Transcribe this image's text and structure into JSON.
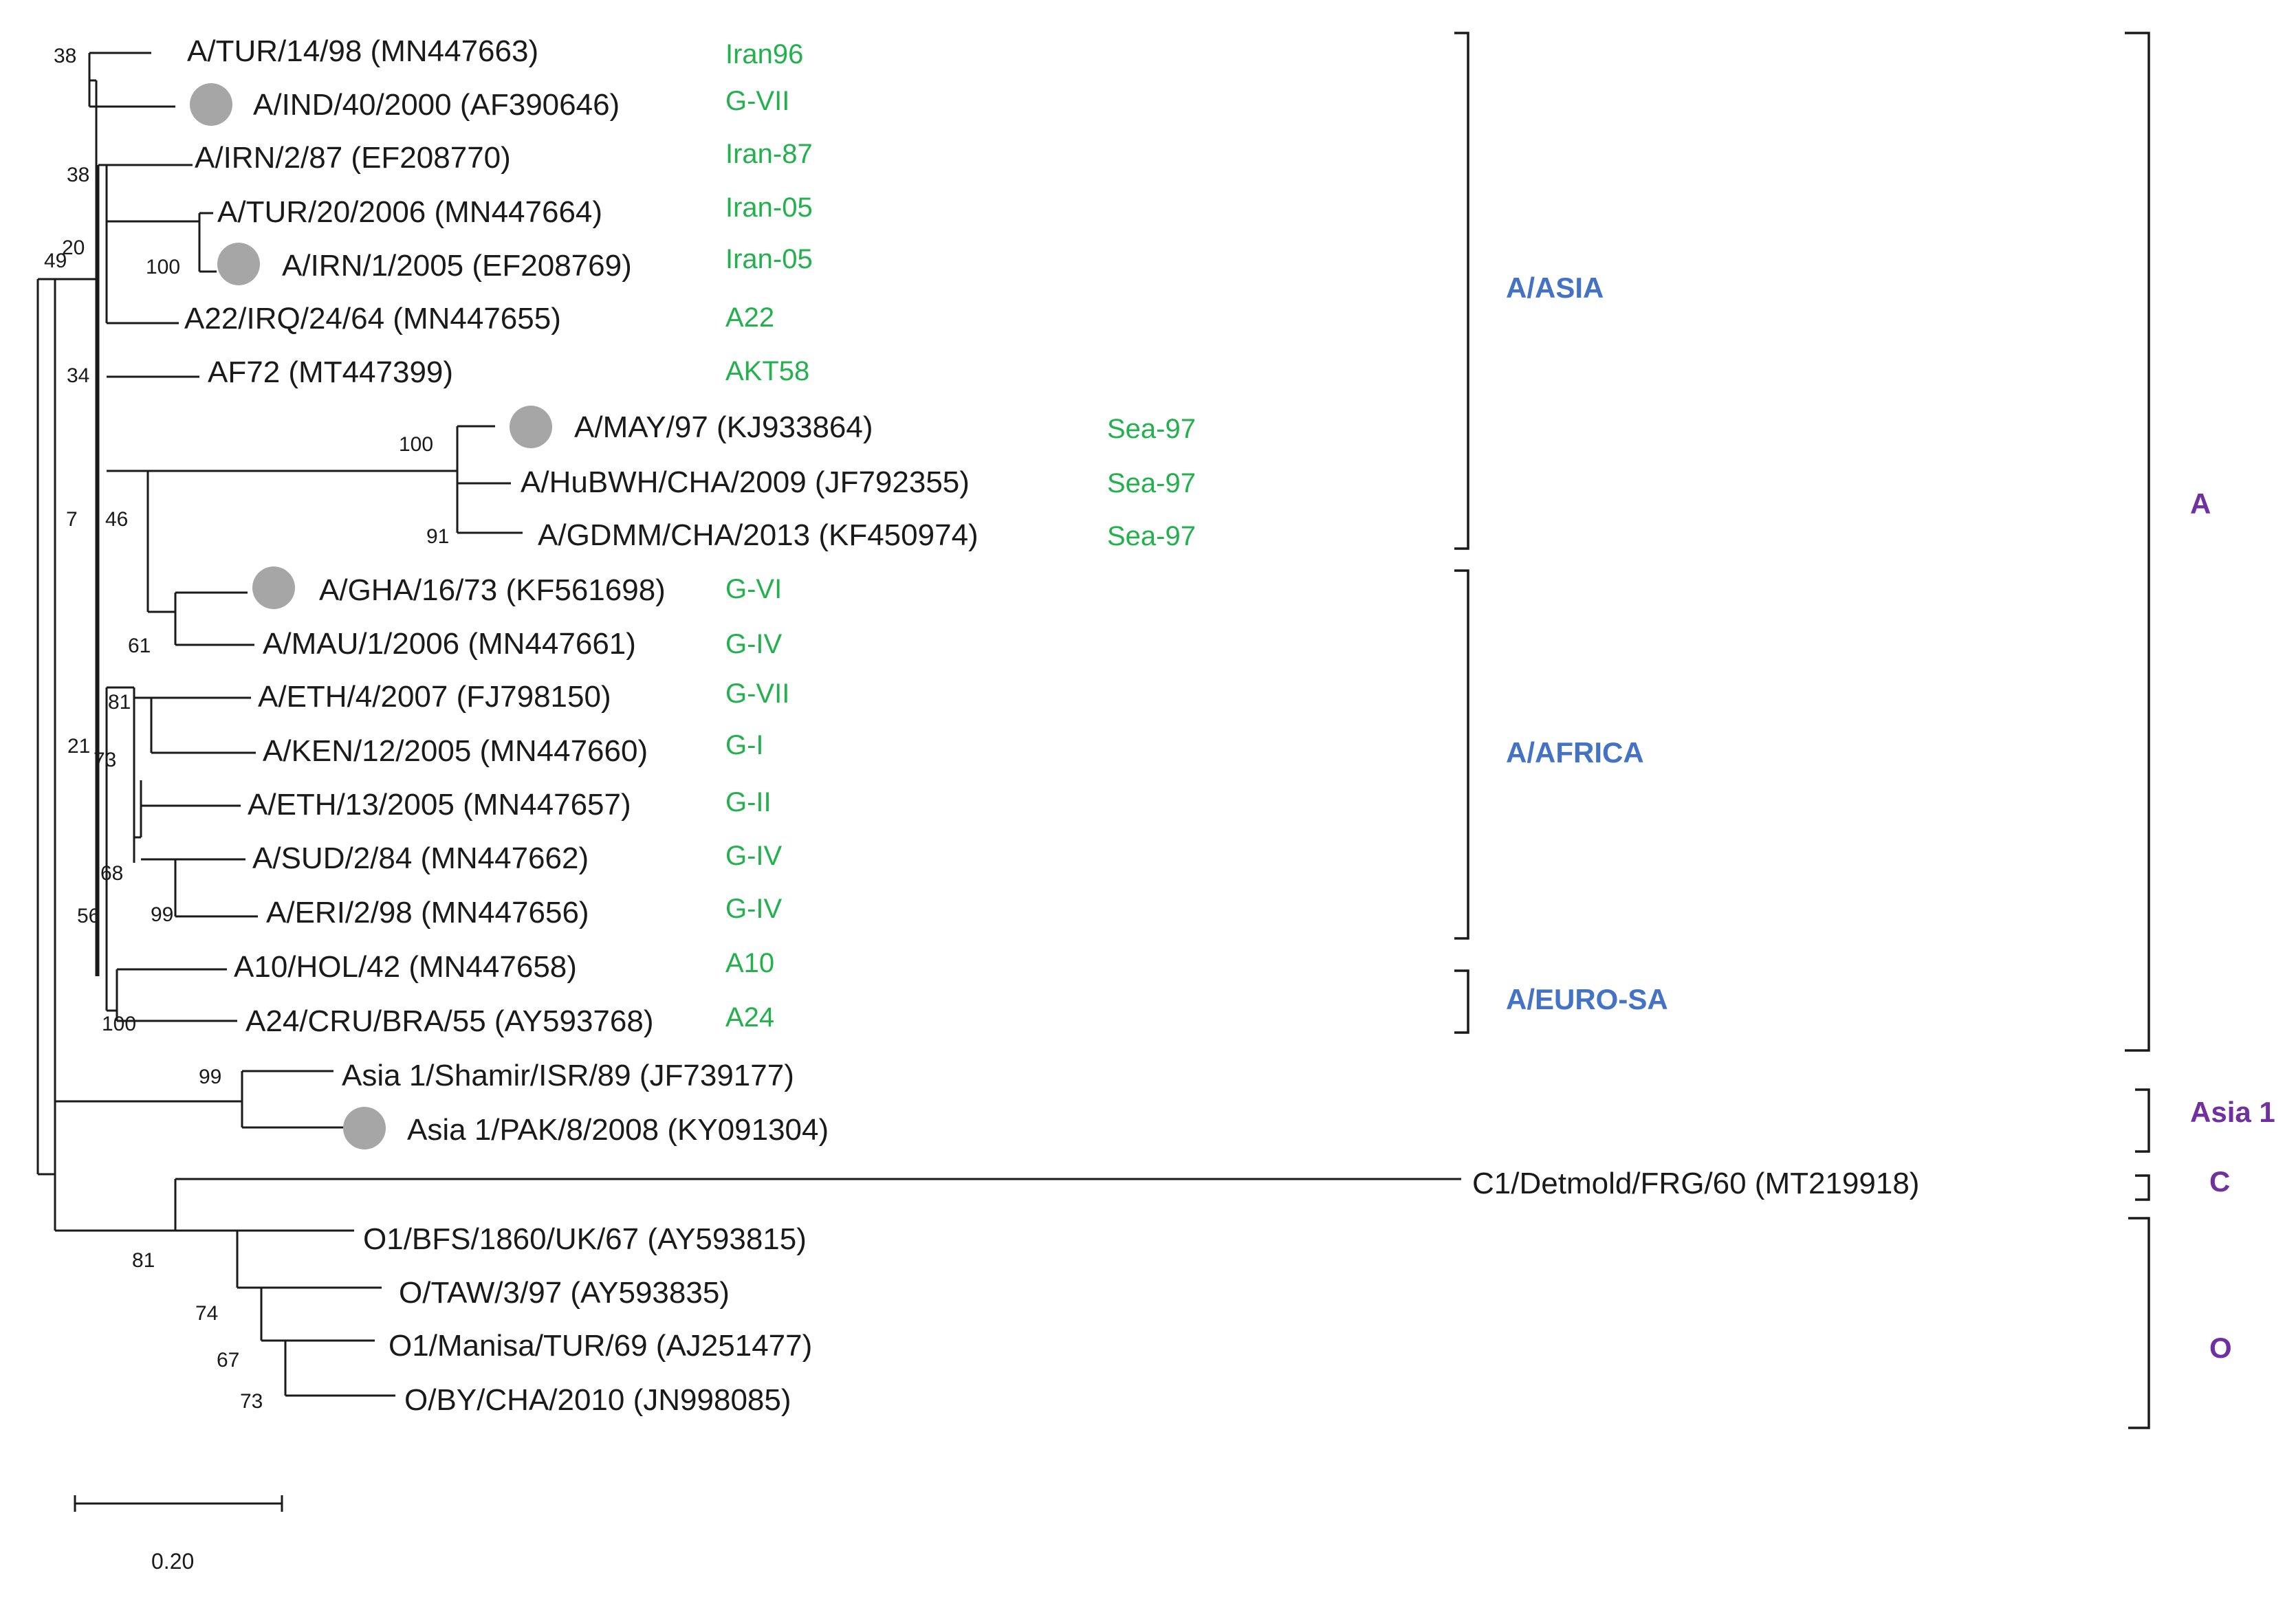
{
  "taxa": [
    {
      "id": "t1",
      "label": "A/TUR/14/98 (MN447663)",
      "genotype": "Iran96",
      "marker": false
    },
    {
      "id": "t2",
      "label": "A/IND/40/2000 (AF390646)",
      "genotype": "G-VII",
      "marker": true
    },
    {
      "id": "t3",
      "label": "A/IRN/2/87 (EF208770)",
      "genotype": "Iran-87",
      "marker": false
    },
    {
      "id": "t4",
      "label": "A/TUR/20/2006 (MN447664)",
      "genotype": "Iran-05",
      "marker": false
    },
    {
      "id": "t5",
      "label": "A/IRN/1/2005 (EF208769)",
      "genotype": "Iran-05",
      "marker": true
    },
    {
      "id": "t6",
      "label": "A22/IRQ/24/64 (MN447655)",
      "genotype": "A22",
      "marker": false
    },
    {
      "id": "t7",
      "label": "AF72 (MT447399)",
      "genotype": "AKT58",
      "marker": false
    },
    {
      "id": "t8",
      "label": "A/MAY/97 (KJ933864)",
      "genotype": "Sea-97",
      "marker": true
    },
    {
      "id": "t9",
      "label": "A/HuBWH/CHA/2009 (JF792355)",
      "genotype": "Sea-97",
      "marker": false
    },
    {
      "id": "t10",
      "label": "A/GDMM/CHA/2013 (KF450974)",
      "genotype": "Sea-97",
      "marker": false
    },
    {
      "id": "t11",
      "label": "A/GHA/16/73 (KF561698)",
      "genotype": "G-VI",
      "marker": true
    },
    {
      "id": "t12",
      "label": "A/MAU/1/2006 (MN447661)",
      "genotype": "G-IV",
      "marker": false
    },
    {
      "id": "t13",
      "label": "A/ETH/4/2007 (FJ798150)",
      "genotype": "G-VII",
      "marker": false
    },
    {
      "id": "t14",
      "label": "A/KEN/12/2005 (MN447660)",
      "genotype": "G-I",
      "marker": false
    },
    {
      "id": "t15",
      "label": "A/ETH/13/2005 (MN447657)",
      "genotype": "G-II",
      "marker": false
    },
    {
      "id": "t16",
      "label": "A/SUD/2/84 (MN447662)",
      "genotype": "G-IV",
      "marker": false
    },
    {
      "id": "t17",
      "label": "A/ERI/2/98 (MN447656)",
      "genotype": "G-IV",
      "marker": false
    },
    {
      "id": "t18",
      "label": "A10/HOL/42 (MN447658)",
      "genotype": "A10",
      "marker": false
    },
    {
      "id": "t19",
      "label": "A24/CRU/BRA/55 (AY593768)",
      "genotype": "A24",
      "marker": false
    },
    {
      "id": "t20",
      "label": "Asia 1/Shamir/ISR/89 (JF739177)",
      "genotype": "",
      "marker": false
    },
    {
      "id": "t21",
      "label": "Asia 1/PAK/8/2008 (KY091304)",
      "genotype": "",
      "marker": true
    },
    {
      "id": "t22",
      "label": "C1/Detmold/FRG/60 (MT219918)",
      "genotype": "",
      "marker": false
    },
    {
      "id": "t23",
      "label": "O1/BFS/1860/UK/67 (AY593815)",
      "genotype": "",
      "marker": false
    },
    {
      "id": "t24",
      "label": "O/TAW/3/97 (AY593835)",
      "genotype": "",
      "marker": false
    },
    {
      "id": "t25",
      "label": "O1/Manisa/TUR/69 (AJ251477)",
      "genotype": "",
      "marker": false
    },
    {
      "id": "t26",
      "label": "O/BY/CHA/2010 (JN998085)",
      "genotype": "",
      "marker": false
    }
  ],
  "bootstrap": {
    "b38a": "38",
    "b38b": "38",
    "b20": "20",
    "b49": "49",
    "b100a": "100",
    "b34": "34",
    "b100b": "100",
    "b91": "91",
    "b7": "7",
    "b46": "46",
    "b61": "61",
    "b81a": "81",
    "b21": "21",
    "b73a": "73",
    "b68": "68",
    "b99a": "99",
    "b56": "56",
    "b100c": "100",
    "b99b": "99",
    "b81b": "81",
    "b74": "74",
    "b67": "67",
    "b73b": "73"
  },
  "groups": {
    "asia": "A/ASIA",
    "africa": "A/AFRICA",
    "euro_sa": "A/EURO-SA"
  },
  "serotypes": {
    "a": "A",
    "asia1": "Asia 1",
    "c": "C",
    "o": "O"
  },
  "scale_bar": {
    "label": "0.20",
    "value": 0.2
  },
  "colors": {
    "genotype": "#22b14c",
    "group": "#4472c4",
    "serotype": "#7030a0",
    "marker": "#a6a6a6"
  }
}
